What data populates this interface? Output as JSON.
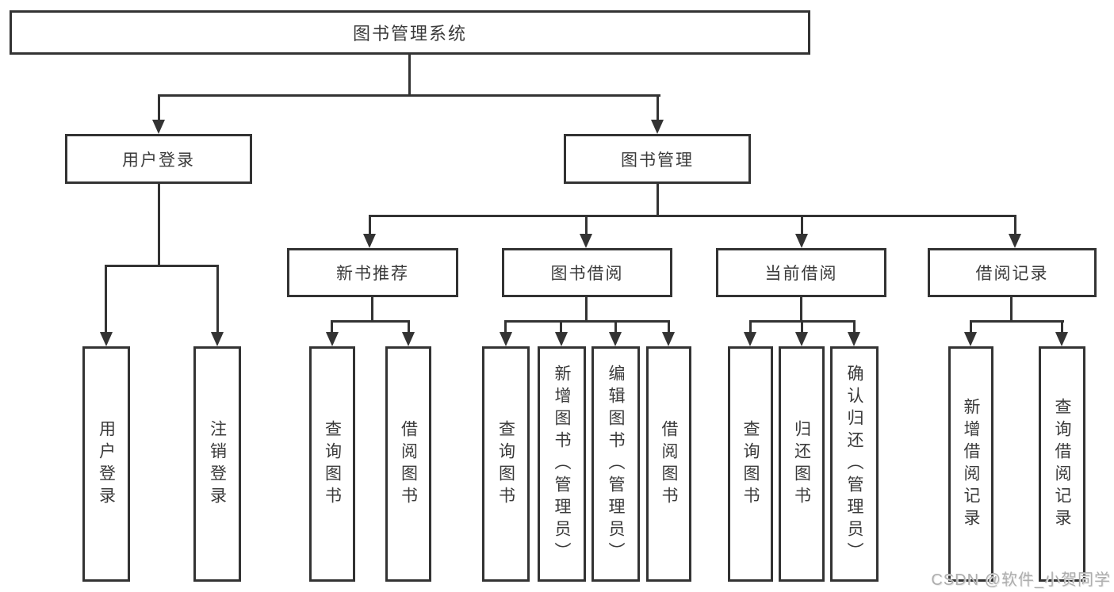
{
  "title": "图书管理系统",
  "nodes": {
    "user_login": "用户登录",
    "book_mgmt": "图书管理",
    "new_book": "新书推荐",
    "book_borrow": "图书借阅",
    "current_borrow": "当前借阅",
    "borrow_record": "借阅记录",
    "leaves": {
      "user": [
        "用户登录",
        "注销登录"
      ],
      "newbook": [
        "查询图书",
        "借阅图书"
      ],
      "borrow": [
        "查询图书",
        "新增图书（管理员）",
        "编辑图书（管理员）",
        "借阅图书"
      ],
      "current": [
        "查询图书",
        "归还图书",
        "确认归还（管理员）"
      ],
      "record": [
        "新增借阅记录",
        "查询借阅记录"
      ]
    }
  },
  "watermark": "CSDN @软件_小贺同学",
  "colors": {
    "line": "#333333",
    "text": "#3a3a3a",
    "watermark": "#aeaeae"
  }
}
